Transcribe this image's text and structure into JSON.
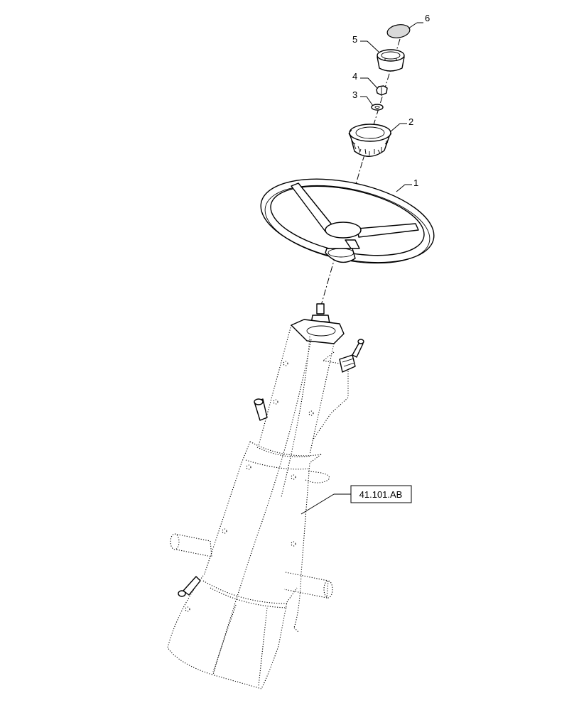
{
  "callouts": {
    "c1": "1",
    "c2": "2",
    "c3": "3",
    "c4": "4",
    "c5": "5",
    "c6": "6"
  },
  "reference": {
    "label": "41.101.AB"
  }
}
